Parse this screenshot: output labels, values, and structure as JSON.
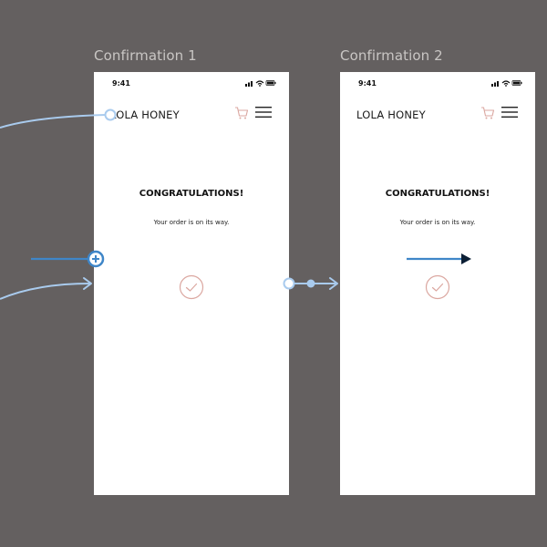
{
  "frames": [
    {
      "label": "Confirmation 1",
      "status_time": "9:41",
      "brand": "LOLA HONEY",
      "heading": "CONGRATULATIONS!",
      "message": "Your order is on its way."
    },
    {
      "label": "Confirmation 2",
      "status_time": "9:41",
      "brand": "LOLA HONEY",
      "heading": "CONGRATULATIONS!",
      "message": "Your order is on its way."
    }
  ],
  "icons": {
    "cart": "cart-icon",
    "menu": "hamburger-menu-icon",
    "check": "check-circle-icon",
    "add_connection": "plus-circle-icon"
  },
  "colors": {
    "canvas": "#646060",
    "frame": "#ffffff",
    "connector_light": "#a9cbee",
    "connector_strong": "#3f86c8",
    "accent_icon": "#dba7a0",
    "arrow_head": "#0c1f35"
  }
}
